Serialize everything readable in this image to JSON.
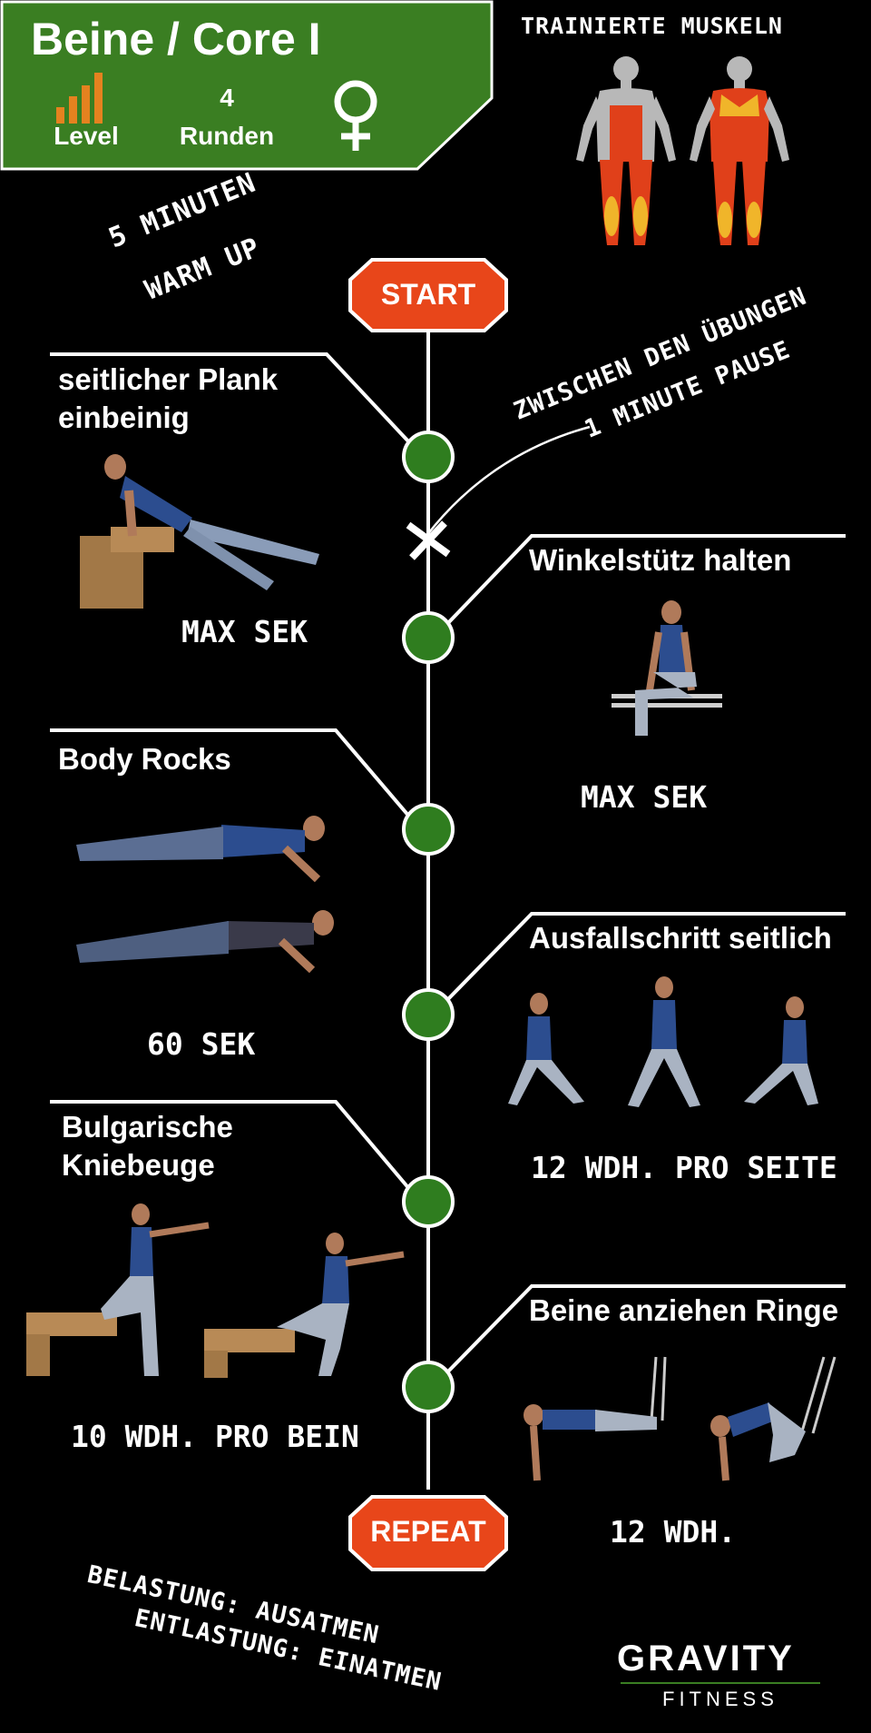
{
  "header": {
    "title": "Beine / Core I",
    "level_label": "Level",
    "rounds_value": "4",
    "rounds_label": "Runden",
    "gender_icon": "female-symbol-icon",
    "bg_color": "#3a7e22",
    "level_color": "#e5821f"
  },
  "muscles_title": "TRAINIERTE MUSKELN",
  "warmup": {
    "line1": "5 MINUTEN",
    "line2": "WARM UP"
  },
  "start_label": "START",
  "pause": {
    "line1": "ZWISCHEN DEN ÜBUNGEN",
    "line2": "1 MINUTE PAUSE"
  },
  "exercises": [
    {
      "name_line1": "seitlicher Plank",
      "name_line2": "einbeinig",
      "reps": "MAX SEK"
    },
    {
      "name_line1": "Winkelstütz halten",
      "reps": "MAX SEK"
    },
    {
      "name_line1": "Body Rocks",
      "reps": "60 SEK"
    },
    {
      "name_line1": "Ausfallschritt seitlich",
      "reps": "12 WDH. PRO SEITE"
    },
    {
      "name_line1": "Bulgarische",
      "name_line2": "Kniebeuge",
      "reps": "10 WDH. PRO BEIN"
    },
    {
      "name_line1": "Beine anziehen Ringe",
      "reps": "12 WDH."
    }
  ],
  "repeat_label": "REPEAT",
  "breathing": {
    "line1": "BELASTUNG: AUSATMEN",
    "line2": "ENTLASTUNG: EINATMEN"
  },
  "brand": {
    "name": "GRAVITY",
    "sub": "FITNESS"
  },
  "colors": {
    "node": "#2f7d1f",
    "sign": "#e8461a"
  }
}
